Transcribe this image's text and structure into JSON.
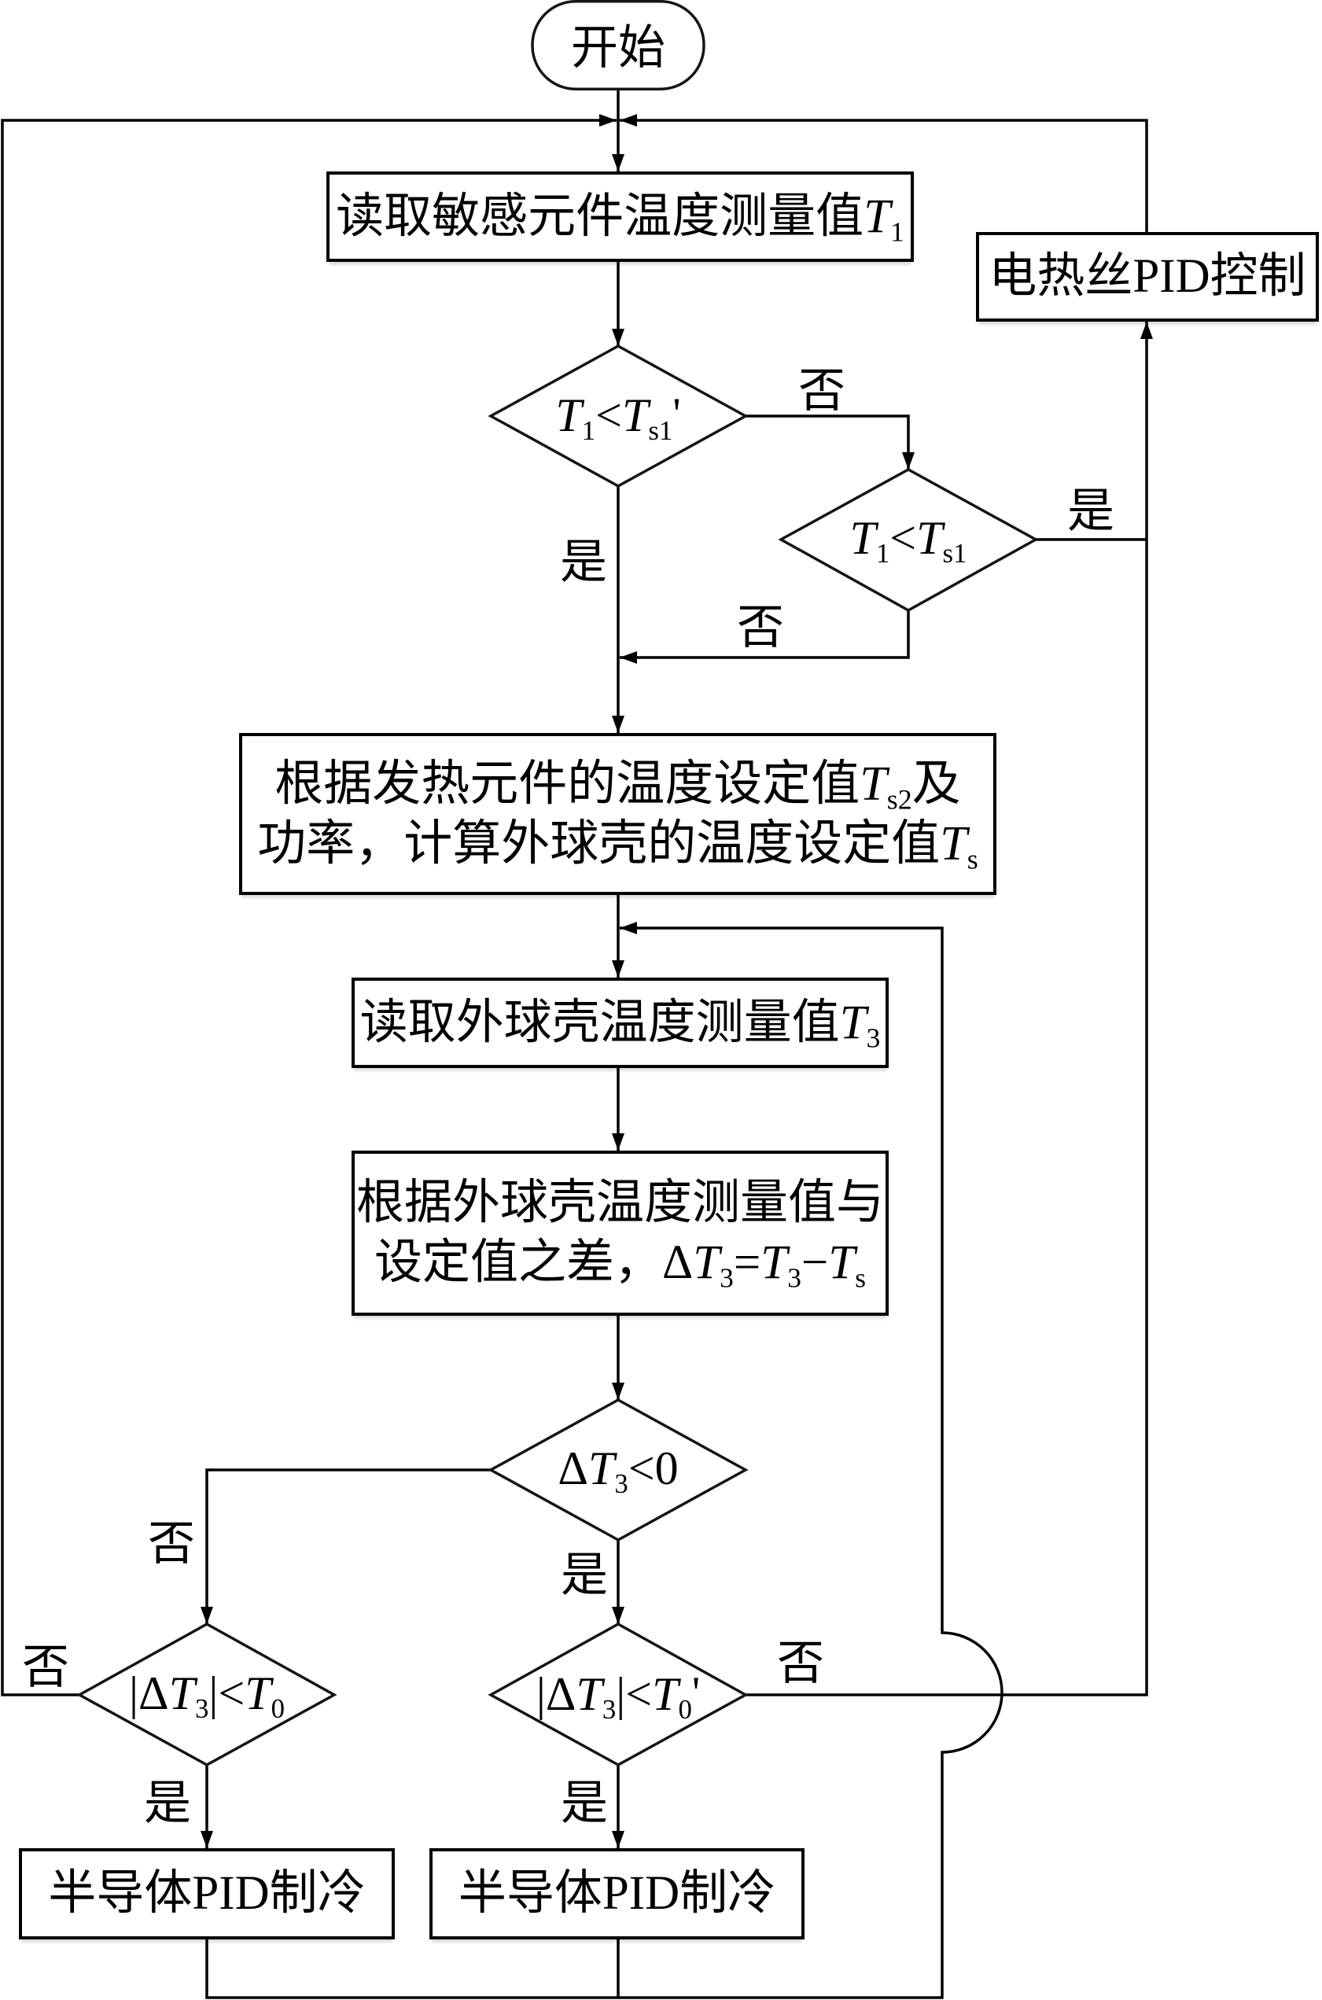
{
  "nodes": {
    "start": {
      "label": "开始"
    },
    "read_sensor_temp": {
      "text": "读取敏感元件温度测量值",
      "var": "T",
      "sub": "1"
    },
    "check_t1_lt_ts1_prime": {
      "var1": "T",
      "sub1": "1",
      "op": "<",
      "var2": "T",
      "sub2": "s1",
      "prime": "'"
    },
    "check_t1_lt_ts1": {
      "var1": "T",
      "sub1": "1",
      "op": "<",
      "var2": "T",
      "sub2": "s1"
    },
    "heater_pid_control": {
      "label": "电热丝PID控制"
    },
    "compute_shell_setpoint": {
      "line1": {
        "text": "根据发热元件的温度设定值",
        "var": "T",
        "sub": "s2",
        "tail": "及"
      },
      "line2": {
        "text": "功率，计算外球壳的温度设定值",
        "var": "T",
        "sub": "s"
      }
    },
    "read_shell_temp": {
      "text": "读取外球壳温度测量值",
      "var": "T",
      "sub": "3"
    },
    "compute_delta": {
      "line1": {
        "text": "根据外球壳温度测量值与"
      },
      "line2": {
        "text": "设定值之差，",
        "delta": "Δ",
        "var1": "T",
        "sub1": "3",
        "eq": "=",
        "var2": "T",
        "sub2": "3",
        "minus": "−",
        "var3": "T",
        "sub3": "s"
      }
    },
    "check_delta_negative": {
      "delta": "Δ",
      "var": "T",
      "sub": "3",
      "op": "<",
      "rhs": "0"
    },
    "check_abs_delta_lt_t0": {
      "bar_open": "|",
      "delta": "Δ",
      "var1": "T",
      "sub1": "3",
      "bar_close": "|",
      "op": "<",
      "var2": "T",
      "sub2": "0"
    },
    "check_abs_delta_lt_t0_prime": {
      "bar_open": "|",
      "delta": "Δ",
      "var1": "T",
      "sub1": "3",
      "bar_close": "|",
      "op": "<",
      "var2": "T",
      "sub2": "0",
      "prime": "'"
    },
    "peltier_pid_left": {
      "label": "半导体PID制冷"
    },
    "peltier_pid_right": {
      "label": "半导体PID制冷"
    }
  },
  "edges": [
    {
      "from": "start",
      "to": "read_sensor_temp",
      "label": ""
    },
    {
      "from": "read_sensor_temp",
      "to": "check_t1_lt_ts1_prime",
      "label": ""
    },
    {
      "from": "check_t1_lt_ts1_prime",
      "to": "check_t1_lt_ts1",
      "label": "否"
    },
    {
      "from": "check_t1_lt_ts1_prime",
      "to": "compute_shell_setpoint",
      "label": "是"
    },
    {
      "from": "check_t1_lt_ts1",
      "to": "heater_pid_control",
      "label": "是"
    },
    {
      "from": "check_t1_lt_ts1",
      "to": "compute_shell_setpoint",
      "label": "否"
    },
    {
      "from": "heater_pid_control",
      "to": "read_sensor_temp",
      "label": ""
    },
    {
      "from": "compute_shell_setpoint",
      "to": "read_shell_temp",
      "label": ""
    },
    {
      "from": "read_shell_temp",
      "to": "compute_delta",
      "label": ""
    },
    {
      "from": "compute_delta",
      "to": "check_delta_negative",
      "label": ""
    },
    {
      "from": "check_delta_negative",
      "to": "check_abs_delta_lt_t0",
      "label": "否"
    },
    {
      "from": "check_delta_negative",
      "to": "check_abs_delta_lt_t0_prime",
      "label": "是"
    },
    {
      "from": "check_abs_delta_lt_t0",
      "to": "read_sensor_temp",
      "label": "否"
    },
    {
      "from": "check_abs_delta_lt_t0",
      "to": "peltier_pid_left",
      "label": "是"
    },
    {
      "from": "check_abs_delta_lt_t0_prime",
      "to": "heater_pid_control",
      "label": "否"
    },
    {
      "from": "check_abs_delta_lt_t0_prime",
      "to": "peltier_pid_right",
      "label": "是"
    },
    {
      "from": "peltier_pid_left",
      "to": "read_shell_temp",
      "label": ""
    },
    {
      "from": "peltier_pid_right",
      "to": "read_shell_temp",
      "label": ""
    }
  ]
}
